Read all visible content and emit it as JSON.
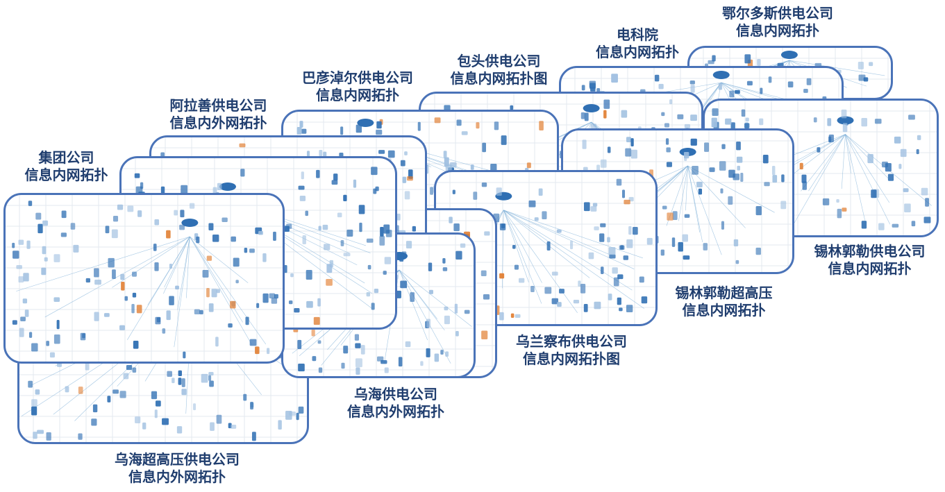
{
  "cards": [
    {
      "id": "eerduosi",
      "line1": "鄂尔多斯供电公司",
      "line2": "信息内网拓扑"
    },
    {
      "id": "diankeyuan",
      "line1": "电科院",
      "line2": "信息内网拓扑"
    },
    {
      "id": "baotou",
      "line1": "包头供电公司",
      "line2": "信息内网拓扑图"
    },
    {
      "id": "bayannaoer",
      "line1": "巴彦淖尔供电公司",
      "line2": "信息内网拓扑"
    },
    {
      "id": "alashan",
      "line1": "阿拉善供电公司",
      "line2": "信息内外网拓扑"
    },
    {
      "id": "jituan",
      "line1": "集团公司",
      "line2": "信息内网拓扑"
    },
    {
      "id": "xilinguole",
      "line1": "锡林郭勒供电公司",
      "line2": "信息内网拓扑"
    },
    {
      "id": "xilinguole-uhv",
      "line1": "锡林郭勒超高压",
      "line2": "信息内网拓扑"
    },
    {
      "id": "wulanchabu",
      "line1": "乌兰察布供电公司",
      "line2": "信息内网拓扑图"
    },
    {
      "id": "wuhai",
      "line1": "乌海供电公司",
      "line2": "信息内外网拓扑"
    },
    {
      "id": "wuhai-uhv",
      "line1": "乌海超高压供电公司",
      "line2": "信息内外网拓扑"
    }
  ],
  "colors": {
    "border": "#4a73b8",
    "caption": "#1f3d6e",
    "node": "#2f6fb3",
    "node_light": "#9fbfe0",
    "line": "#7fb0d8",
    "accent": "#e07a2b"
  }
}
